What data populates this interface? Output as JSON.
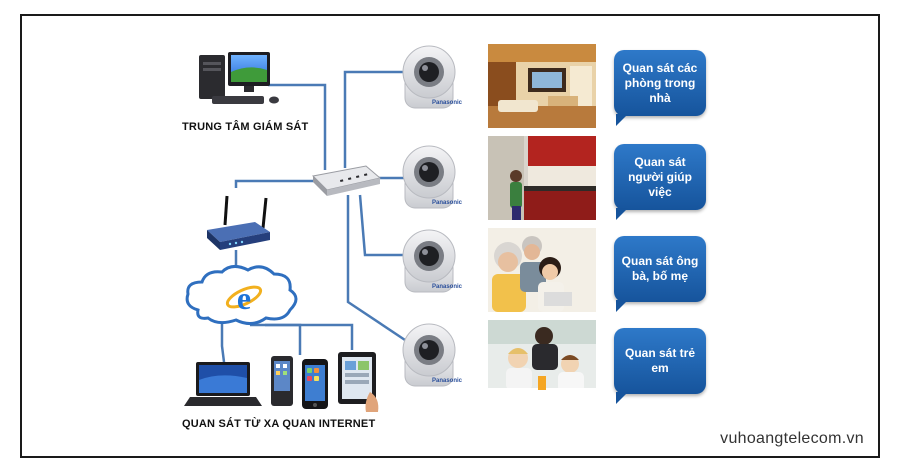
{
  "labels": {
    "monitoring_center": "TRUNG TÂM GIÁM SÁT",
    "remote_internet": "QUAN SÁT TỪ XA QUAN INTERNET"
  },
  "bubbles": [
    "Quan sát các phòng trong nhà",
    "Quan sát người giúp việc",
    "Quan sát ông bà, bố mẹ",
    "Quan sát trẻ em"
  ],
  "camera_brand": "Panasonic",
  "watermark": "vuhoangtelecom.vn",
  "colors": {
    "line": "#4a7ab5",
    "bubble": "#1f63b0"
  }
}
